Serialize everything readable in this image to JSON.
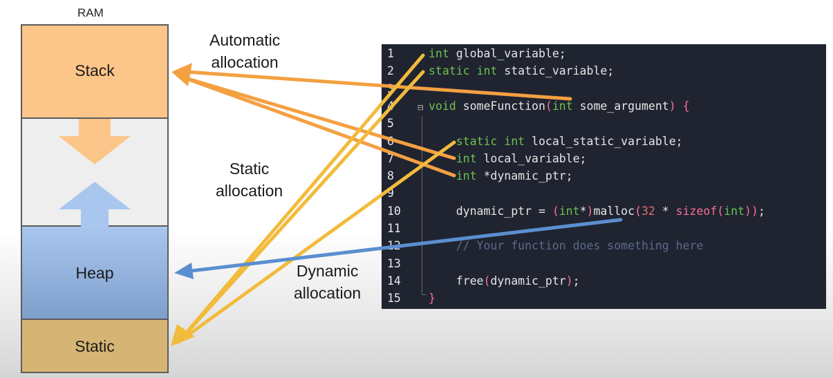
{
  "ram": {
    "title": "RAM",
    "segments": {
      "stack": "Stack",
      "heap": "Heap",
      "static": "Static"
    }
  },
  "labels": {
    "automatic": [
      "Automatic",
      "allocation"
    ],
    "static": [
      "Static",
      "allocation"
    ],
    "dynamic": [
      "Dynamic",
      "allocation"
    ]
  },
  "colors": {
    "stack": "#fcc589",
    "heap": "#98b8e4",
    "static": "#d6b574",
    "orange_arrow": "#f4a041",
    "yellow_arrow": "#f2bb3c",
    "blue_arrow": "#5b8fd0",
    "code_bg": "#1f2430"
  },
  "code": [
    {
      "n": "1",
      "tokens": [
        {
          "t": "int",
          "c": "kw"
        },
        {
          "t": " global_variable;",
          "c": ""
        }
      ]
    },
    {
      "n": "2",
      "tokens": [
        {
          "t": "static int",
          "c": "kw"
        },
        {
          "t": " static_variable;",
          "c": ""
        }
      ]
    },
    {
      "n": "3",
      "tokens": []
    },
    {
      "n": "4",
      "tokens": [
        {
          "t": "void",
          "c": "kw"
        },
        {
          "t": " someFunction",
          "c": ""
        },
        {
          "t": "(",
          "c": "pl"
        },
        {
          "t": "int",
          "c": "kw"
        },
        {
          "t": " some_argument",
          "c": ""
        },
        {
          "t": ")",
          "c": "pl"
        },
        {
          "t": " {",
          "c": "pl"
        }
      ]
    },
    {
      "n": "5",
      "tokens": []
    },
    {
      "n": "6",
      "tokens": [
        {
          "t": "    static int",
          "c": "kw"
        },
        {
          "t": " local_static_variable;",
          "c": ""
        }
      ]
    },
    {
      "n": "7",
      "tokens": [
        {
          "t": "    int",
          "c": "kw"
        },
        {
          "t": " local_variable;",
          "c": ""
        }
      ]
    },
    {
      "n": "8",
      "tokens": [
        {
          "t": "    int",
          "c": "kw"
        },
        {
          "t": " *dynamic_ptr;",
          "c": ""
        }
      ]
    },
    {
      "n": "9",
      "tokens": []
    },
    {
      "n": "10",
      "tokens": [
        {
          "t": "    dynamic_ptr = ",
          "c": ""
        },
        {
          "t": "(",
          "c": "pl"
        },
        {
          "t": "int",
          "c": "kw"
        },
        {
          "t": "*",
          "c": ""
        },
        {
          "t": ")",
          "c": "pl"
        },
        {
          "t": "malloc",
          "c": ""
        },
        {
          "t": "(",
          "c": "pl"
        },
        {
          "t": "32",
          "c": "num"
        },
        {
          "t": " * ",
          "c": ""
        },
        {
          "t": "sizeof",
          "c": "pl"
        },
        {
          "t": "(",
          "c": "pl"
        },
        {
          "t": "int",
          "c": "kw"
        },
        {
          "t": "))",
          "c": "pl"
        },
        {
          "t": ";",
          "c": ""
        }
      ]
    },
    {
      "n": "11",
      "tokens": []
    },
    {
      "n": "12",
      "tokens": [
        {
          "t": "    // Your function does something here",
          "c": "cm"
        }
      ]
    },
    {
      "n": "13",
      "tokens": []
    },
    {
      "n": "14",
      "tokens": [
        {
          "t": "    free",
          "c": ""
        },
        {
          "t": "(",
          "c": "pl"
        },
        {
          "t": "dynamic_ptr",
          "c": ""
        },
        {
          "t": ")",
          "c": "pl"
        },
        {
          "t": ";",
          "c": ""
        }
      ]
    },
    {
      "n": "15",
      "tokens": [
        {
          "t": "}",
          "c": "pl"
        }
      ]
    }
  ]
}
